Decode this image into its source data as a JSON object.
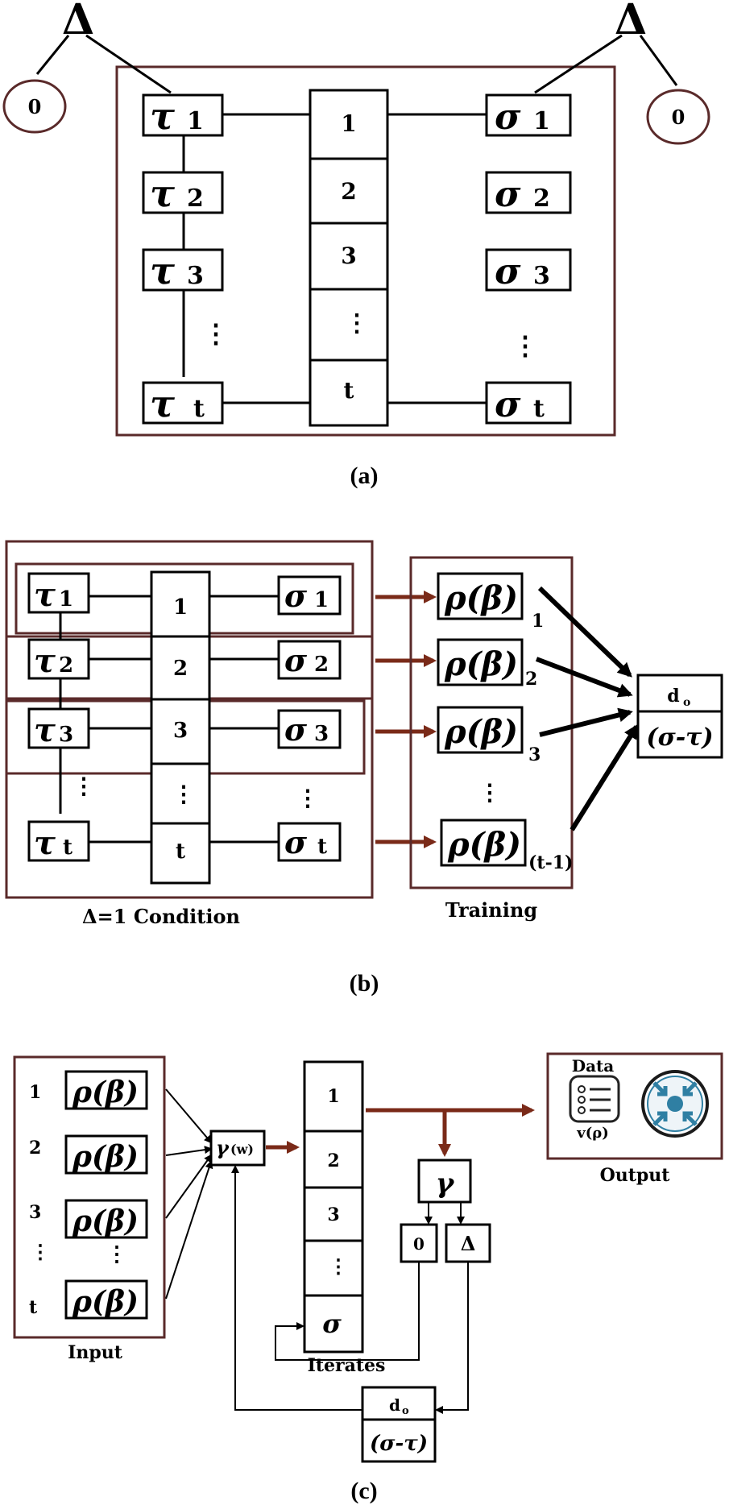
{
  "panel_a": {
    "caption": "(a)",
    "delta_symbol": "Δ",
    "left_zero": "0",
    "right_zero": "0",
    "tau": [
      "τ",
      "τ",
      "τ",
      "τ"
    ],
    "tau_sub": [
      "1",
      "2",
      "3",
      "t"
    ],
    "sigma": [
      "σ",
      "σ",
      "σ",
      "σ"
    ],
    "sigma_sub": [
      "1",
      "2",
      "3",
      "t"
    ],
    "index": [
      "1",
      "2",
      "3",
      "⋮",
      "t"
    ],
    "dots": "⋮"
  },
  "panel_b": {
    "caption": "(b)",
    "condition_label": "Δ=1 Condition",
    "training_label": "Training",
    "tau_sub": [
      "1",
      "2",
      "3",
      "t"
    ],
    "sigma_sub": [
      "1",
      "2",
      "3",
      "t"
    ],
    "index": [
      "1",
      "2",
      "3",
      "⋮",
      "t"
    ],
    "rho": "ρ(β)",
    "rho_sub": [
      "1",
      "2",
      "3",
      "(t-1)"
    ],
    "dots": "⋮",
    "output_top": "d",
    "output_top_sub": "o",
    "output_bottom": "(σ-τ)"
  },
  "panel_c": {
    "caption": "(c)",
    "input_label": "Input",
    "input_index": [
      "1",
      "2",
      "3",
      "⋮",
      "t"
    ],
    "rho": "ρ(β)",
    "gamma_w": "γ",
    "gamma_w_suffix": "(w)",
    "iter_cells": [
      "1",
      "2",
      "3",
      "⋮",
      "σ"
    ],
    "iterates_label": "Iterates",
    "gamma": "γ",
    "zero": "0",
    "delta": "Δ",
    "d_top": "d",
    "d_top_sub": "o",
    "d_bottom": "(σ-τ)",
    "output_label": "Output",
    "data_label": "Data",
    "v_rho": "v(ρ)",
    "dots": "⋮"
  },
  "colors": {
    "frame": "#5a2a2a",
    "arrow": "#7a2a18",
    "router": "#2f7fa3"
  }
}
